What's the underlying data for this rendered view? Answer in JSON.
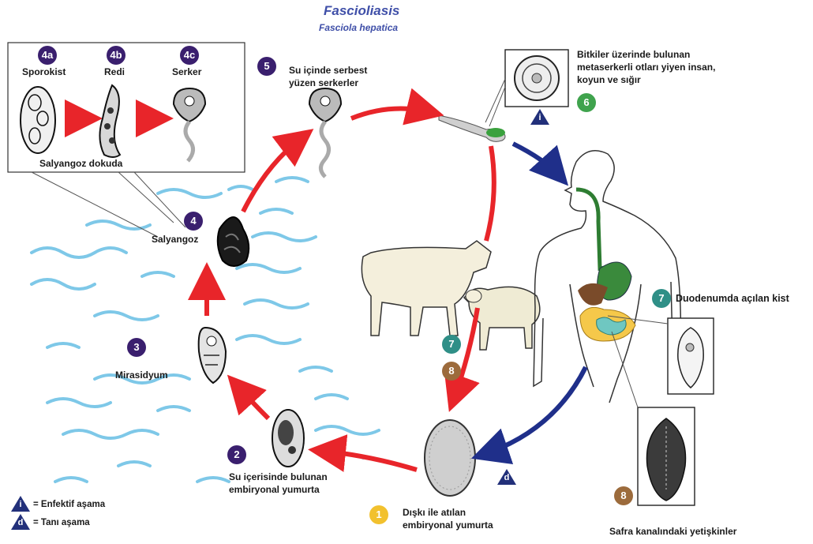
{
  "title": "Fascioliasis",
  "subtitle": "Fasciola hepatica",
  "stages": {
    "s4a": {
      "num": "4a",
      "label": "Sporokist"
    },
    "s4b": {
      "num": "4b",
      "label": "Redi"
    },
    "s4c": {
      "num": "4c",
      "label": "Serker"
    },
    "box_caption": "Salyangoz dokuda",
    "s5": {
      "num": "5",
      "label1": "Su içinde serbest",
      "label2": "yüzen serkerler"
    },
    "s6": {
      "num": "6",
      "label1": "Bitkiler üzerinde bulunan",
      "label2": "metaserkerli otları yiyen insan,",
      "label3": "koyun ve sığır"
    },
    "s4": {
      "num": "4",
      "label": "Salyangoz"
    },
    "s3": {
      "num": "3",
      "label": "Mirasidyum"
    },
    "s2": {
      "num": "2",
      "label1": "Su içerisinde bulunan",
      "label2": "embiryonal yumurta"
    },
    "s1": {
      "num": "1",
      "label1": "Dışkı ile atılan",
      "label2": "embiryonal yumurta"
    },
    "s7": {
      "num": "7",
      "label": "Duodenumda açılan kist"
    },
    "s8": {
      "num": "8",
      "label": "Safra kanalındaki yetişkinler"
    },
    "s7b": {
      "num": "7"
    },
    "s8b": {
      "num": "8"
    }
  },
  "legend": {
    "infective": {
      "symbol": "i",
      "label": "= Enfektif aşama"
    },
    "diagnostic": {
      "symbol": "d",
      "label": "= Tanı aşama"
    }
  },
  "markers": {
    "infective_symbol": "i",
    "diagnostic_symbol": "d"
  },
  "colors": {
    "purple_badge": "#3a1f6e",
    "green_badge": "#3fa34d",
    "teal_badge": "#2f8f87",
    "brown_badge": "#9c6b3c",
    "yellow_badge": "#f2c12e",
    "red_arrow": "#e8252a",
    "blue_arrow": "#1f2f8a",
    "title": "#3f4fa8"
  }
}
